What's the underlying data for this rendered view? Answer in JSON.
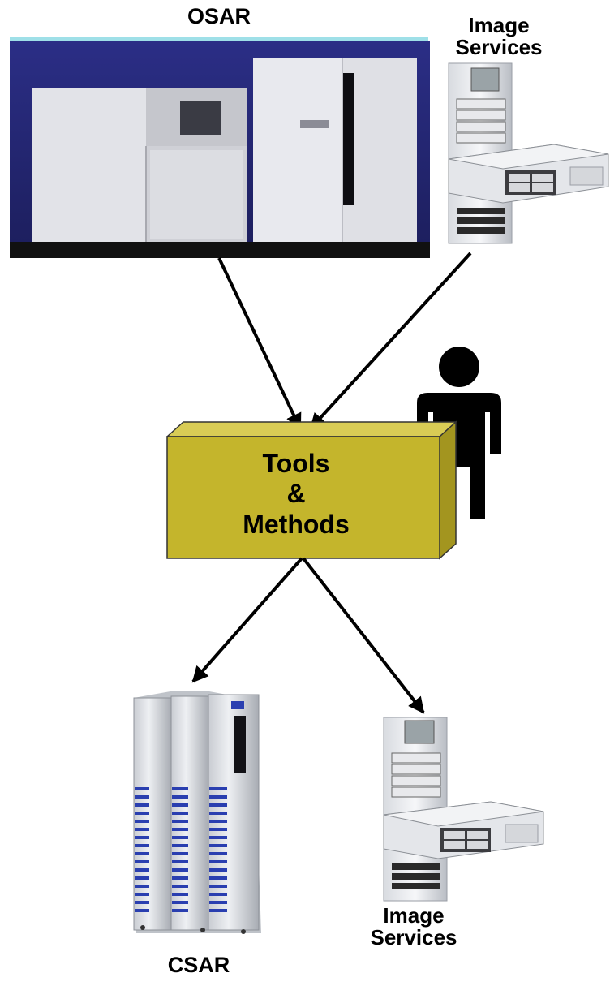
{
  "labels": {
    "osar": "OSAR",
    "image_services_top_line1": "Image",
    "image_services_top_line2": "Services",
    "box_line1": "Tools",
    "box_line2": "&",
    "box_line3": "Methods",
    "image_services_bottom_line1": "Image",
    "image_services_bottom_line2": "Services",
    "csar": "CSAR"
  },
  "icons": {
    "osar": "osar-storage-library-icon",
    "server": "image-services-server-icon",
    "csar": "csar-storage-cabinet-icon",
    "person": "person-icon"
  },
  "colors": {
    "box_front": "#c4b52c",
    "box_top": "#d9cc55",
    "box_side": "#a3951f",
    "arrow": "#000000",
    "osar_bg": "#2d2f8a",
    "csar_accent": "#2a3fb0"
  }
}
